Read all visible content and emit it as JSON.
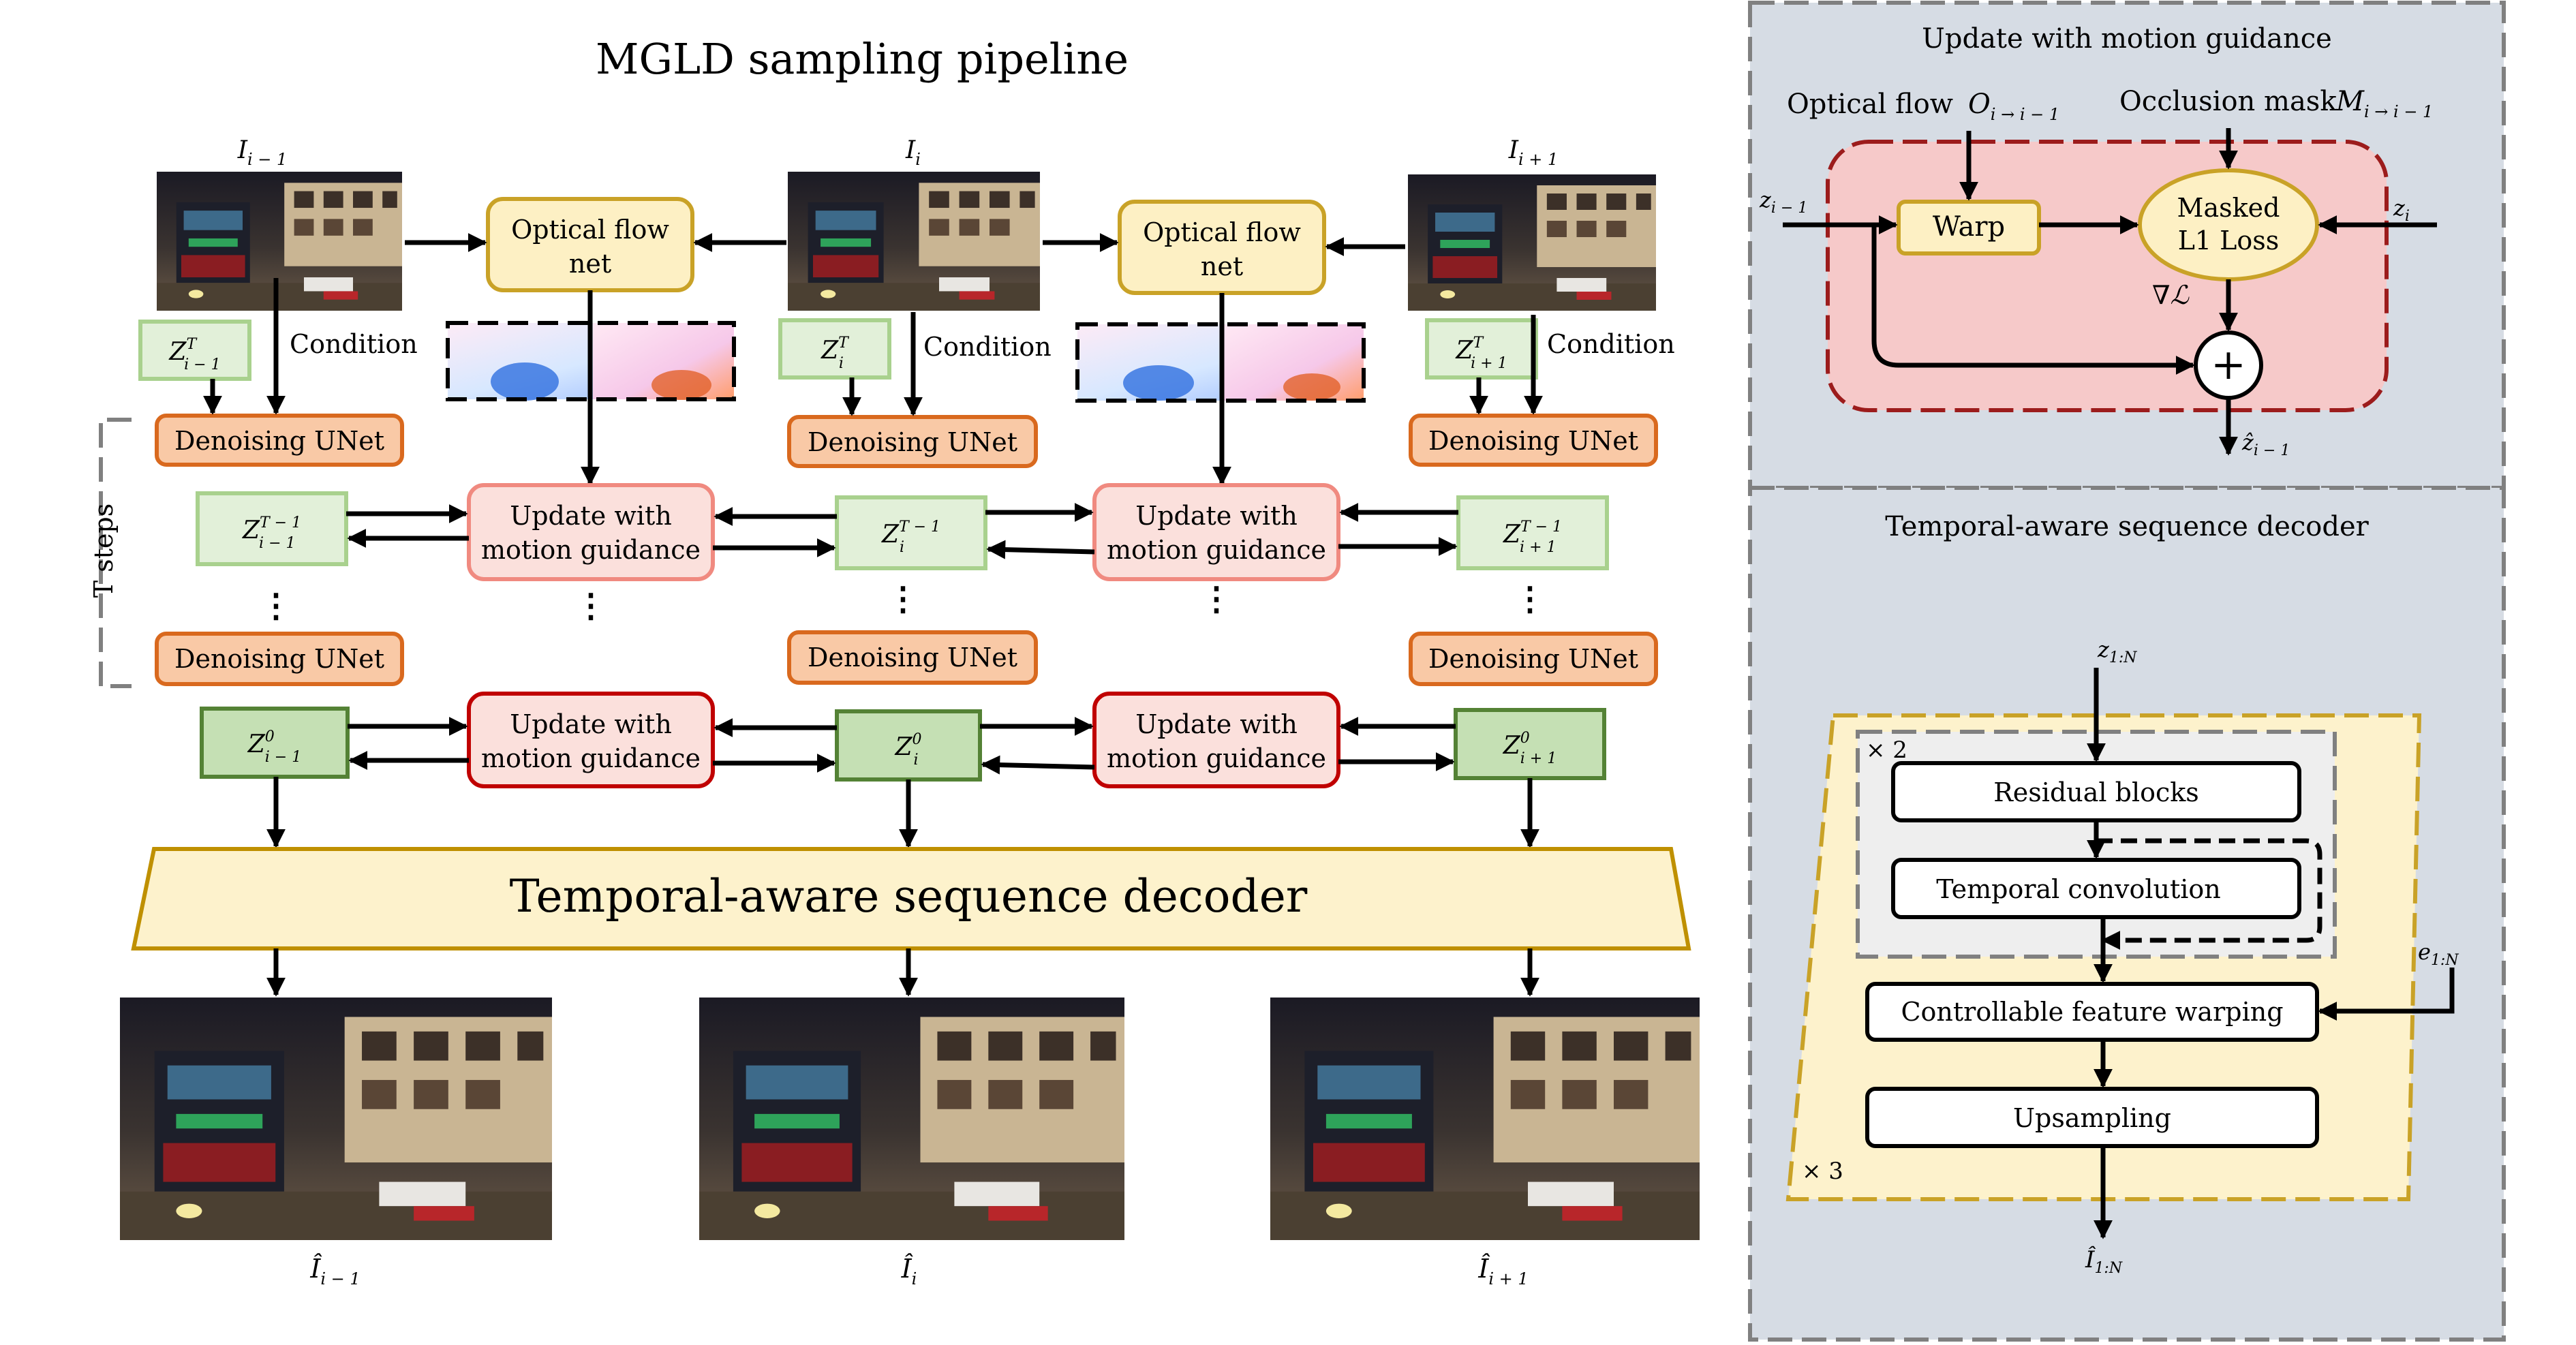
{
  "title": "MGLD sampling pipeline",
  "frames": {
    "prev": "I",
    "prev_sub": "i − 1",
    "cur": "I",
    "cur_sub": "i",
    "next": "I",
    "next_sub": "i + 1"
  },
  "labels": {
    "optical_flow_net_line1": "Optical flow",
    "optical_flow_net_line2": "net",
    "condition": "Condition",
    "denoising_unet": "Denoising UNet",
    "update_line1": "Update with",
    "update_line2": "motion guidance",
    "t_steps": "T steps",
    "ellipsis": "⋮",
    "decoder": "Temporal-aware sequence decoder"
  },
  "latents": {
    "z": "Z",
    "sup_T": "T",
    "sup_T1": "T − 1",
    "sup_0": "0",
    "sub_prev": "i − 1",
    "sub_cur": "i",
    "sub_next": "i + 1"
  },
  "outputs": {
    "base": "Î",
    "sub_prev": "i − 1",
    "sub_cur": "i",
    "sub_next": "i + 1"
  },
  "panel_motion": {
    "title": "Update with motion guidance",
    "optical_flow": "Optical flow",
    "flow_sym": "O",
    "flow_sub": "i → i − 1",
    "occlusion": "Occlusion mask",
    "mask_sym": "M",
    "mask_sub": "i → i − 1",
    "z_prev": "z",
    "z_prev_sub": "i − 1",
    "z_cur": "z",
    "z_cur_sub": "i",
    "warp": "Warp",
    "loss_line1": "Masked",
    "loss_line2": "L1 Loss",
    "grad": "∇ℒ",
    "plus": "+",
    "z_out": "ẑ",
    "z_out_sub": "i − 1"
  },
  "panel_decoder": {
    "title": "Temporal-aware sequence decoder",
    "input": "z",
    "input_sub": "1:N",
    "x2": "× 2",
    "x3": "× 3",
    "residual": "Residual blocks",
    "temporal_conv": "Temporal convolution",
    "cfw": "Controllable feature warping",
    "upsampling": "Upsampling",
    "e": "e",
    "e_sub": "1:N",
    "output": "Î",
    "output_sub": "1:N"
  },
  "colors": {
    "optical_fill": "#fdf0c4",
    "optical_stroke": "#c9a227",
    "unet_fill": "#f9c9a6",
    "unet_stroke": "#d9691e",
    "latent_light_fill": "#e2f0d9",
    "latent_light_stroke": "#a9d18e",
    "latent_dark_fill": "#c5e0b4",
    "latent_dark_stroke": "#548235",
    "update_light_fill": "#fbe0dc",
    "update_light_stroke": "#f08a80",
    "update_dark_fill": "#fbe0dc",
    "update_dark_stroke": "#c00000",
    "decoder_fill": "#fdf2cc",
    "decoder_stroke": "#bf9000",
    "panel_bg": "#d6dce4",
    "panel_border": "#808080",
    "loss_region_fill": "#f6c9c9",
    "loss_region_stroke": "#9c1c1c"
  }
}
